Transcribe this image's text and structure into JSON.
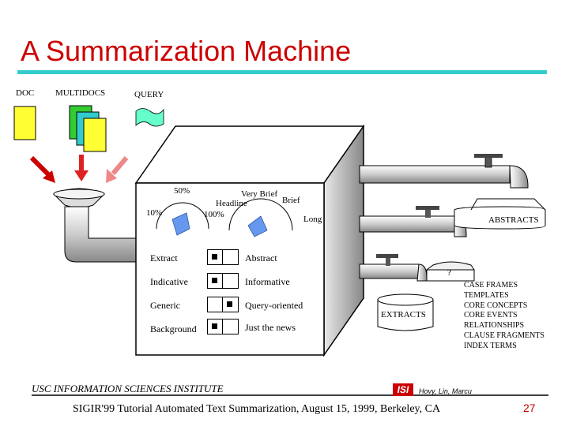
{
  "title": "A Summarization Machine",
  "inputs": {
    "doc": "DOC",
    "multidocs": "MULTIDOCS",
    "query": "QUERY"
  },
  "knob1": {
    "label_top": "50%",
    "label_left": "10%",
    "label_right": "100%"
  },
  "knob2": {
    "label_headline": "Headline",
    "label_very_brief": "Very Brief",
    "label_brief": "Brief",
    "label_long": "Long"
  },
  "switches": [
    {
      "left": "Extract",
      "right": "Abstract",
      "selected": "left"
    },
    {
      "left": "Indicative",
      "right": "Informative",
      "selected": "left"
    },
    {
      "left": "Generic",
      "right": "Query-oriented",
      "selected": "right"
    },
    {
      "left": "Background",
      "right": "Just the news",
      "selected": "left"
    }
  ],
  "outputs": {
    "abstracts": "ABSTRACTS",
    "unknown": "?",
    "extracts": "EXTRACTS"
  },
  "output_types": [
    "CASE FRAMES",
    "TEMPLATES",
    "CORE CONCEPTS",
    "CORE EVENTS",
    "RELATIONSHIPS",
    "CLAUSE FRAGMENTS",
    "INDEX TERMS"
  ],
  "footer": {
    "org": "USC INFORMATION SCIENCES INSTITUTE",
    "logo": "ISI",
    "authors": "Hovy, Lin, Marcu",
    "citation": "SIGIR'99 Tutorial Automated Text Summarization, August 15, 1999, Berkeley, CA",
    "page": "27"
  },
  "colors": {
    "title": "#cc0000",
    "rule": "#33cccc",
    "doc": "#ffff33",
    "multidoc_back": "#33cc33",
    "multidoc_mid": "#33cccc",
    "query": "#66ffcc",
    "arrow1": "#cc0000",
    "arrow2": "#dd2222",
    "arrow3": "#ee8888",
    "knob": "#6699ee"
  }
}
